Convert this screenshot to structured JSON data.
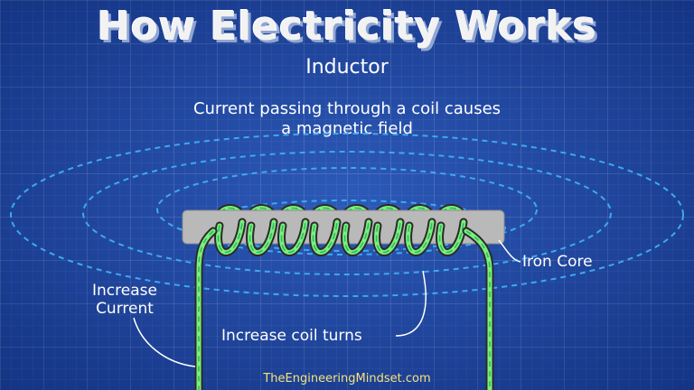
{
  "title": "How Electricity Works",
  "subtitle": "Inductor",
  "description_line1": "Current passing through a coil causes",
  "description_line2": "a magnetic field",
  "labels": {
    "iron_core": "Iron Core",
    "increase_current_line1": "Increase",
    "increase_current_line2": "Current",
    "increase_turns": "Increase coil turns"
  },
  "watermark": "TheEngineeringMindset.com",
  "colors": {
    "background": "#1f4fb4",
    "field_lines": "#3ea9f0",
    "coil": "#7cf07a",
    "core": "#b9b9b9"
  },
  "coil_turns": 8
}
